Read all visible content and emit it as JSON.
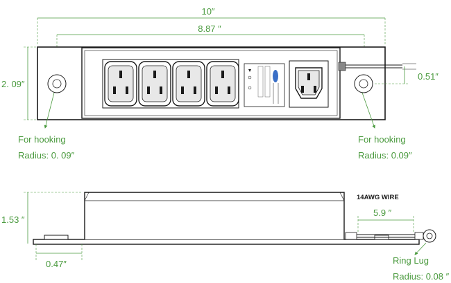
{
  "top_view": {
    "overall_width": "10″",
    "mount_spacing": "8.87 ″",
    "height": "2. 09″",
    "wire_offset": "0.51″",
    "hook_left": {
      "title": "For hooking",
      "radius": "Radius: 0. 09″"
    },
    "hook_right": {
      "title": "For hooking",
      "radius": "Radius: 0.09″"
    },
    "outlet_count": 4,
    "inlet_count": 1
  },
  "side_view": {
    "height": "1.53 ″",
    "flange": "0.47″",
    "wire_spec": "14AWG WIRE",
    "wire_length": "5.9 ″",
    "ring_lug": {
      "title": "Ring Lug",
      "radius": "Radius: 0.08 ″"
    }
  },
  "colors": {
    "dimension": "#4a9a3e",
    "outline": "#1a1a1a",
    "socket_fill": "#e8e8e8",
    "badge": "#3a6fc7"
  }
}
